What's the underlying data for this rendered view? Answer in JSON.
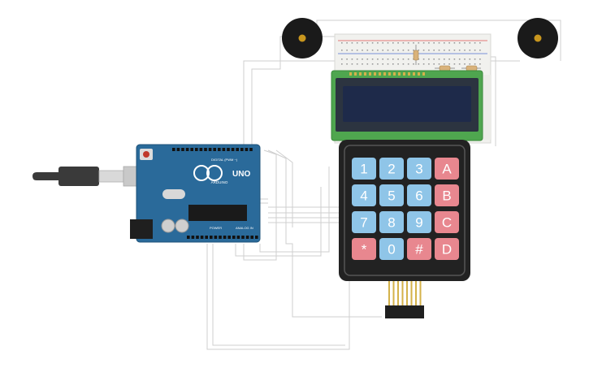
{
  "arduino": {
    "brand": "ARDUINO",
    "model": "UNO",
    "digital_label": "DIGITAL (PWM ~)",
    "power_label": "POWER",
    "analog_label": "ANALOG IN"
  },
  "keypad": {
    "rows": [
      [
        "1",
        "2",
        "3",
        "A"
      ],
      [
        "4",
        "5",
        "6",
        "B"
      ],
      [
        "7",
        "8",
        "9",
        "C"
      ],
      [
        "*",
        "0",
        "#",
        "D"
      ]
    ]
  },
  "colors": {
    "arduino_board": "#2a6a9a",
    "usb_plug": "#3a3a3a",
    "lcd_pcb": "#4fa64f",
    "lcd_screen": "#1e2a4a",
    "keypad_body": "#222222",
    "key_blue": "#8fc5e8",
    "key_red": "#e8878f",
    "buzzer": "#1a1a1a",
    "buzzer_center": "#c8961e",
    "wire": "#c8c8c8",
    "header_pins": "#d4b24a"
  },
  "icons": {
    "usb": "usb-cable-icon",
    "buzzer": "piezo-buzzer-icon",
    "reset": "reset-button-icon"
  }
}
